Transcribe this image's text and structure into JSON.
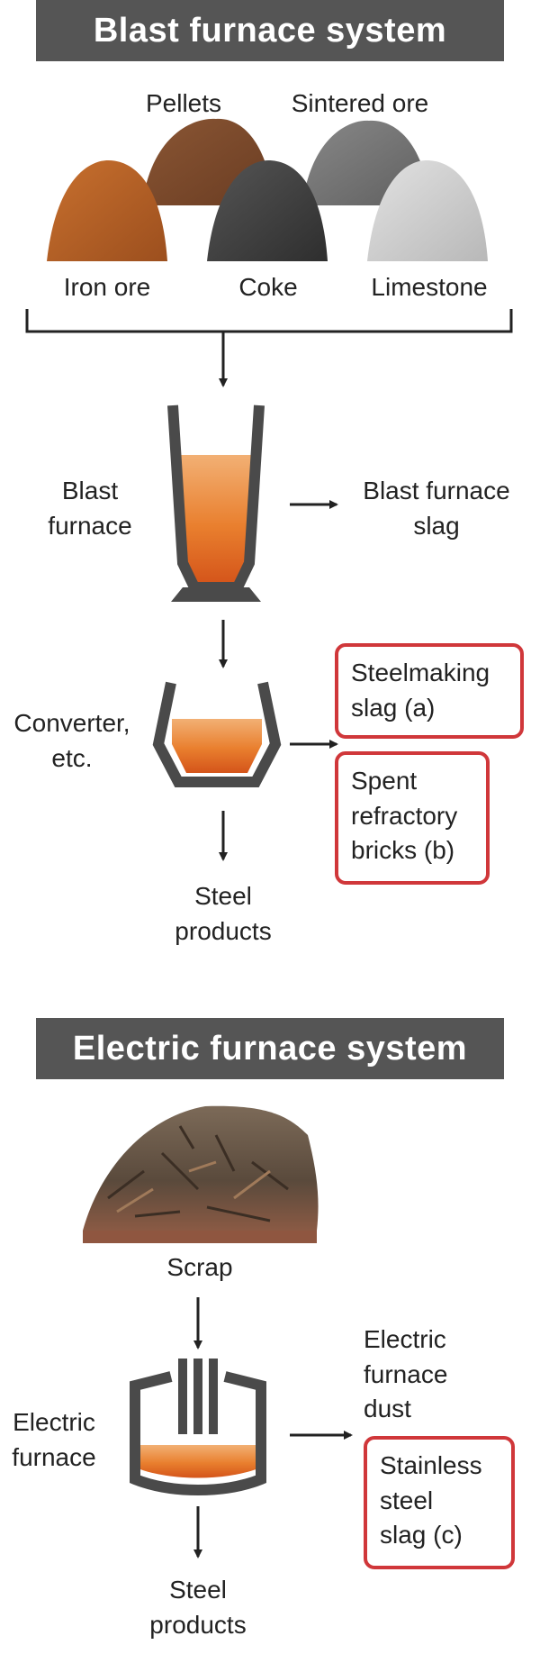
{
  "blast": {
    "title": "Blast furnace system",
    "materials": {
      "pellets": "Pellets",
      "sintered_ore": "Sintered ore",
      "iron_ore": "Iron ore",
      "coke": "Coke",
      "limestone": "Limestone"
    },
    "blast_furnace": "Blast\nfurnace",
    "blast_furnace_slag": "Blast furnace\nslag",
    "converter": "Converter,\netc.",
    "steelmaking_slag": "Steelmaking\nslag (a)",
    "spent_bricks": "Spent\nrefractory\nbricks (b)",
    "steel_products": "Steel\nproducts"
  },
  "electric": {
    "title": "Electric furnace system",
    "scrap": "Scrap",
    "electric_furnace": "Electric\nfurnace",
    "furnace_dust": "Electric\nfurnace\ndust",
    "stainless_slag": "Stainless\nsteel\nslag (c)",
    "steel_products": "Steel\nproducts"
  },
  "colors": {
    "banner": "#555555",
    "highlight_border": "#d0373a",
    "molten": "#e0772a",
    "furnace_wall": "#4a4a4a",
    "iron_ore": "#b9652a",
    "pellets": "#7a4a2e",
    "coke": "#3f3f3f",
    "sintered_ore": "#747474",
    "limestone": "#cfcfcf"
  }
}
